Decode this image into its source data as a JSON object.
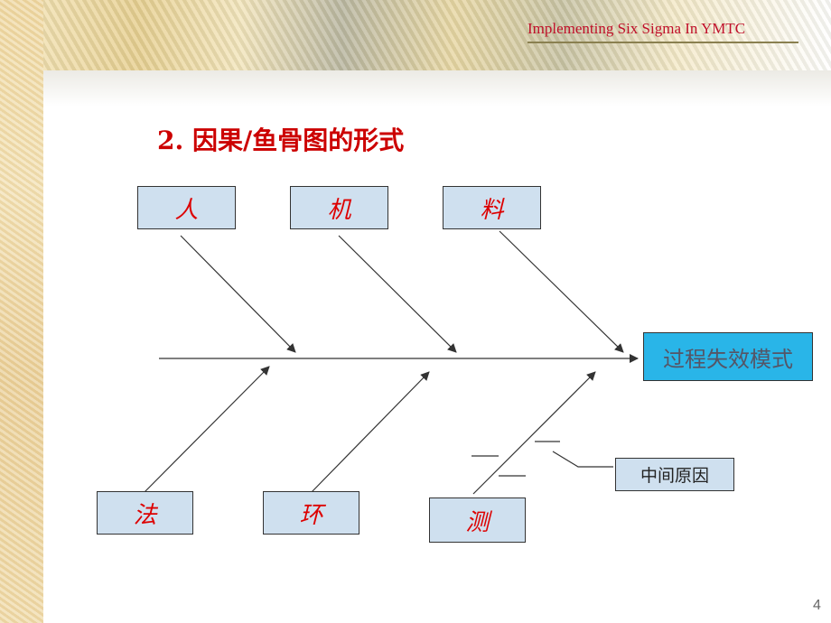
{
  "header": {
    "text": "Implementing Six Sigma In YMTC"
  },
  "title": "2.  因果/鱼骨图的形式",
  "categories_top": [
    {
      "label": "人"
    },
    {
      "label": "机"
    },
    {
      "label": "料"
    }
  ],
  "categories_bottom": [
    {
      "label": "法"
    },
    {
      "label": "环"
    },
    {
      "label": "测"
    }
  ],
  "effect": "过程失效模式",
  "sub_cause_label": "中间原因",
  "page_number": "4"
}
